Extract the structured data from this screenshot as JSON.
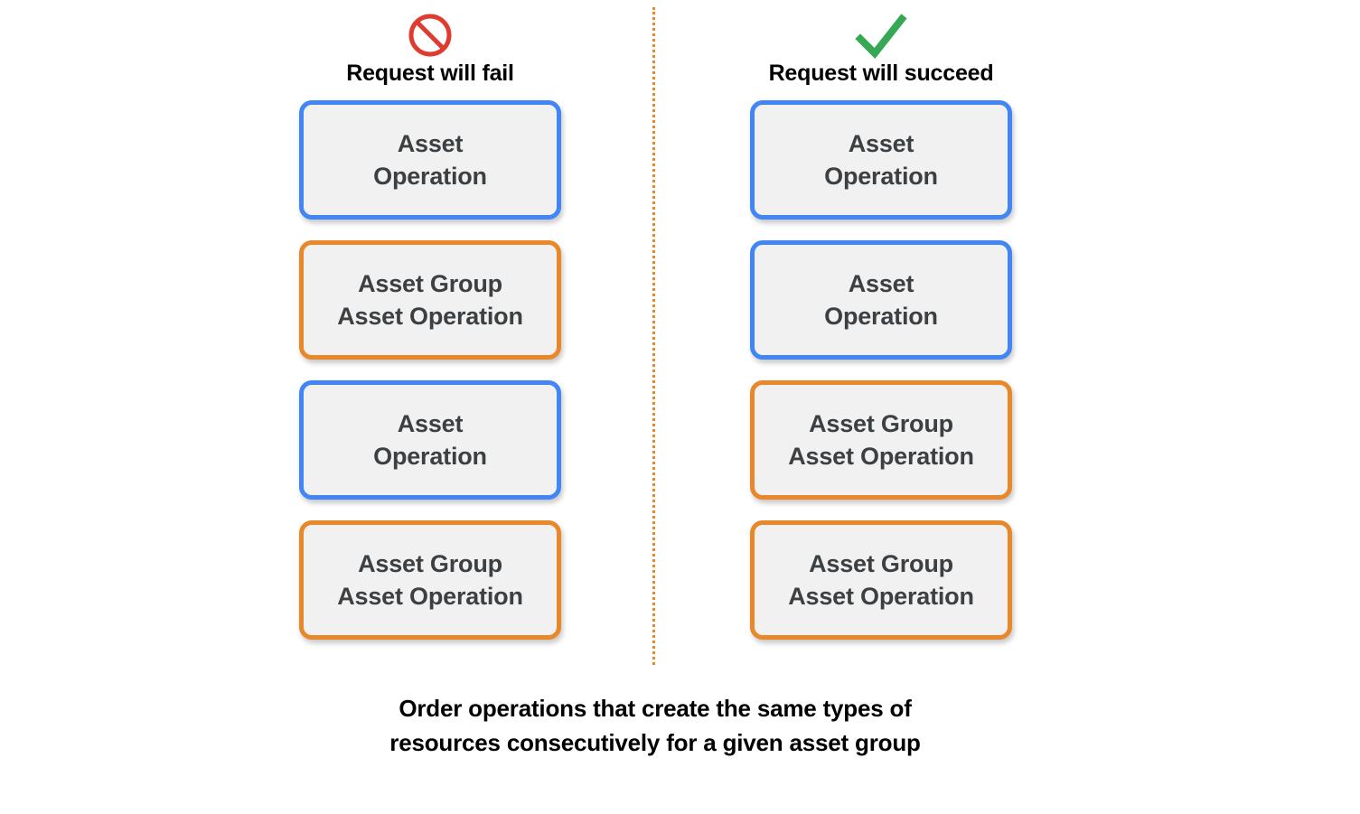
{
  "columns": [
    {
      "id": "fail",
      "icon": "prohibition-icon",
      "icon_color": "#e03b2f",
      "title": "Request will fail",
      "boxes": [
        {
          "label": "Asset\nOperation",
          "color": "blue",
          "border_color": "#4285f4"
        },
        {
          "label": "Asset Group\nAsset Operation",
          "color": "orange",
          "border_color": "#e8882a"
        },
        {
          "label": "Asset\nOperation",
          "color": "blue",
          "border_color": "#4285f4"
        },
        {
          "label": "Asset Group\nAsset Operation",
          "color": "orange",
          "border_color": "#e8882a"
        }
      ]
    },
    {
      "id": "succeed",
      "icon": "check-icon",
      "icon_color": "#34a853",
      "title": "Request will succeed",
      "boxes": [
        {
          "label": "Asset\nOperation",
          "color": "blue",
          "border_color": "#4285f4"
        },
        {
          "label": "Asset\nOperation",
          "color": "blue",
          "border_color": "#4285f4"
        },
        {
          "label": "Asset Group\nAsset Operation",
          "color": "orange",
          "border_color": "#e8882a"
        },
        {
          "label": "Asset Group\nAsset Operation",
          "color": "orange",
          "border_color": "#e8882a"
        }
      ]
    }
  ],
  "caption": "Order operations that create the same types of\nresources consecutively for a given asset group",
  "divider": {
    "color": "#e8882a",
    "style": "dotted"
  },
  "palette": {
    "box_fill": "#f1f1f1",
    "box_text": "#3c4043",
    "blue": "#4285f4",
    "orange": "#e8882a",
    "red": "#e03b2f",
    "green": "#34a853",
    "background": "#ffffff"
  }
}
